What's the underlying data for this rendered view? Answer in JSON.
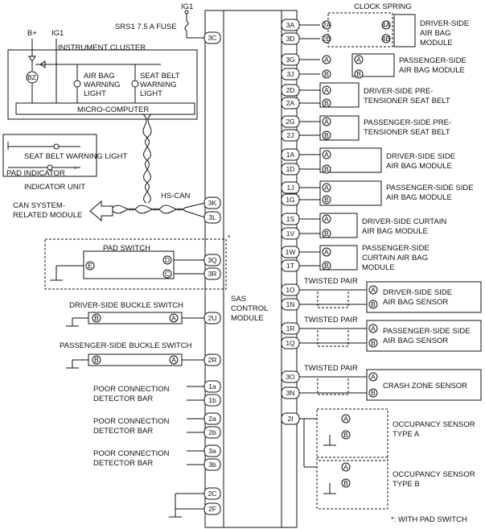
{
  "ig1_top": "IG1",
  "fuse_label": "SRS1 7.5 A  FUSE",
  "b_plus": "B+",
  "ig1_left": "IG1",
  "instrument_cluster": "INSTRUMENT CLUSTER",
  "bz": "BZ",
  "airbag_warning": [
    "AIR BAG",
    "WARNING",
    "LIGHT"
  ],
  "seatbelt_warning": [
    "SEAT BELT",
    "WARNING",
    "LIGHT"
  ],
  "micro_computer": "MICRO-COMPUTER",
  "seat_belt_warning_light": "SEAT BELT WARNING LIGHT",
  "pad_indicator": "PAD INDICATOR",
  "asterisk": "*",
  "indicator_unit": "INDICATOR UNIT",
  "can_module": [
    "CAN SYSTEM-",
    "RELATED MODULE"
  ],
  "hs_can": "HS-CAN",
  "pad_switch": "PAD SWITCH",
  "driver_buckle": "DRIVER-SIDE BUCKLE SWITCH",
  "passenger_buckle": "PASSENGER-SIDE BUCKLE SWITCH",
  "poor_connection": [
    "POOR CONNECTION",
    "DETECTOR BAR"
  ],
  "sas_module": [
    "SAS",
    "CONTROL",
    "MODULE"
  ],
  "clock_spring": "CLOCK SPRING",
  "right_components": {
    "driver_airbag": [
      "DRIVER-SIDE",
      "AIR BAG",
      "MODULE"
    ],
    "passenger_airbag": [
      "PASSENGER-SIDE",
      "AIR BAG MODULE"
    ],
    "driver_pret": [
      "DRIVER-SIDE PRE-",
      "TENSIONER SEAT BELT"
    ],
    "passenger_pret": [
      "PASSENGER-SIDE PRE-",
      "TENSIONER SEAT BELT"
    ],
    "driver_side_ab": [
      "DRIVER-SIDE SIDE",
      "AIR BAG MODULE"
    ],
    "passenger_side_ab": [
      "PASSENGER-SIDE SIDE",
      "AIR BAG MODULE"
    ],
    "driver_curtain": [
      "DRIVER-SIDE CURTAIN",
      "AIR BAG MODULE"
    ],
    "passenger_curtain": [
      "PASSENGER-SIDE",
      "CURTAIN AIR BAG",
      "MODULE"
    ],
    "twisted_pair": "TWISTED PAIR",
    "driver_sensor": [
      "DRIVER-SIDE SIDE",
      "AIR BAG SENSOR"
    ],
    "passenger_sensor": [
      "PASSENGER-SIDE SIDE",
      "AIR BAG SENSOR"
    ],
    "crash_zone": "CRASH ZONE SENSOR",
    "occ_a": [
      "OCCUPANCY SENSOR",
      "TYPE A"
    ],
    "occ_b": [
      "OCCUPANCY SENSOR",
      "TYPE B"
    ]
  },
  "footnote": "*: WITH PAD SWITCH",
  "left_pins": [
    "3C",
    "3K",
    "3L",
    "3Q",
    "3R",
    "2U",
    "2R",
    "1a",
    "1b",
    "2a",
    "2b",
    "3a",
    "3b",
    "2C",
    "2F"
  ],
  "right_pins": [
    "3A",
    "3D",
    "3G",
    "3J",
    "2D",
    "2A",
    "2G",
    "2J",
    "1A",
    "1D",
    "1J",
    "1G",
    "1S",
    "1V",
    "1W",
    "1T",
    "1O",
    "1N",
    "1R",
    "1Q",
    "3O",
    "3N",
    "2I"
  ],
  "conn_letters": [
    "A",
    "B",
    "C",
    "D",
    "E",
    "2A",
    "2B",
    "4A",
    "4B"
  ]
}
